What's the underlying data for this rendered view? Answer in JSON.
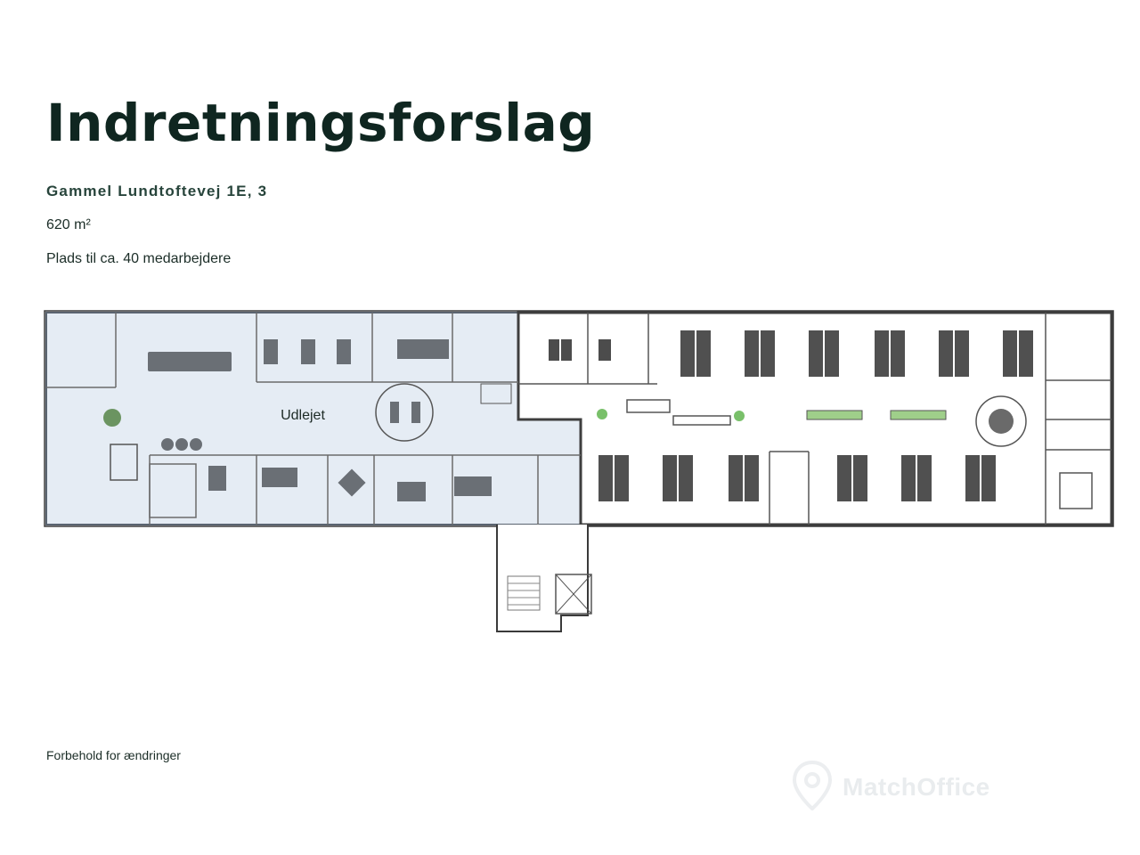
{
  "header": {
    "title": "Indretningsforslag",
    "address": "Gammel Lundtoftevej 1E, 3",
    "area": "620 m²",
    "capacity": "Plads til ca. 40 medarbejdere"
  },
  "floorplan": {
    "rented_label": "Udlejet",
    "colors": {
      "rented_fill": "#e5ecf4",
      "wall": "#4a4a4a",
      "desk": "#555555",
      "plant": "#79c06a"
    }
  },
  "footer": {
    "disclaimer": "Forbehold for ændringer"
  },
  "watermark": {
    "text": "MatchOffice",
    "icon": "location-pin-icon"
  }
}
